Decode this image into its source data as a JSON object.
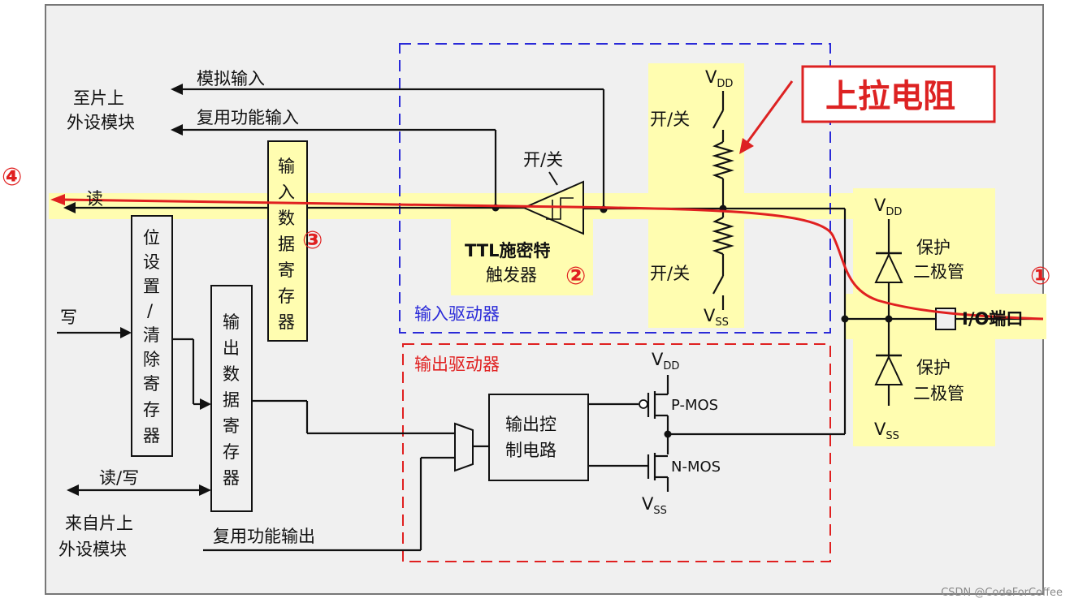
{
  "labels": {
    "analog_in": "模拟输入",
    "to_periph_1": "至片上",
    "to_periph_2": "外设模块",
    "alt_func_in": "复用功能输入",
    "read": "读",
    "write": "写",
    "read_write": "读/写",
    "from_periph_1": "来自片上",
    "from_periph_2": "外设模块",
    "alt_func_out": "复用功能输出",
    "input_driver": "输入驱动器",
    "output_driver": "输出驱动器",
    "onoff": "开/关",
    "ttl_1": "TTL施密特",
    "ttl_2": "触发器",
    "pullup": "上拉电阻",
    "protect_1": "保护",
    "protect_2": "二极管",
    "io_port": "I/O端口",
    "pmos": "P-MOS",
    "nmos": "N-MOS",
    "vdd_main": "V",
    "vdd_sub": "DD",
    "vss_main": "V",
    "vss_sub": "SS",
    "out_ctrl_1": "输出控",
    "out_ctrl_2": "制电路"
  },
  "registers": {
    "input_data": [
      "输",
      "入",
      "数",
      "据",
      "寄",
      "存",
      "器"
    ],
    "bit_set_reset": [
      "位",
      "设",
      "置",
      "/",
      "清",
      "除",
      "寄",
      "存",
      "器"
    ],
    "output_data": [
      "输",
      "出",
      "数",
      "据",
      "寄",
      "存",
      "器"
    ]
  },
  "markers": [
    "①",
    "②",
    "③",
    "④"
  ],
  "watermark": "CSDN @CodeForCoffee",
  "colors": {
    "highlight": "#fffdb0",
    "red_path": "#e02020",
    "input_box": "#2a2ad8",
    "output_box": "#e02020",
    "panel": "#f0f0f0"
  }
}
